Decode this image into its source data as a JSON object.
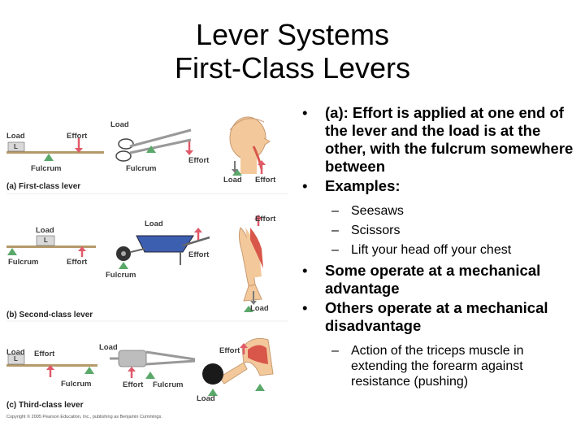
{
  "slide": {
    "title_line1": "Lever Systems",
    "title_line2": "First-Class Levers"
  },
  "bullets": {
    "b1": "(a): Effort is applied at one end of the lever and the load is at the other, with the fulcrum somewhere between",
    "b2": "Examples:",
    "sub1": "Seesaws",
    "sub2": "Scissors",
    "sub3": "Lift your head off your chest",
    "b3": "Some operate at a mechanical advantage",
    "b4": "Others operate at a mechanical disadvantage",
    "sub4": "Action of the triceps muscle in extending the forearm against resistance (pushing)"
  },
  "figure": {
    "a_load": "Load",
    "a_effort": "Effort",
    "a_L": "L",
    "a_fulcrum": "Fulcrum",
    "a_scissor_load": "Load",
    "a_scissor_fulcrum": "Fulcrum",
    "a_scissor_effort": "Effort",
    "a_head_load": "Load",
    "a_head_effort": "Effort",
    "a_caption": "(a) First-class lever",
    "b_load": "Load",
    "b_L": "L",
    "b_fulcrum": "Fulcrum",
    "b_effort": "Effort",
    "b_wb_load": "Load",
    "b_wb_effort": "Effort",
    "b_wb_fulcrum": "Fulcrum",
    "b_leg_effort": "Effort",
    "b_leg_load": "Load",
    "b_caption": "(b) Second-class lever",
    "c_load": "Load",
    "c_effort": "Effort",
    "c_L": "L",
    "c_fulcrum": "Fulcrum",
    "c_tw_load": "Load",
    "c_tw_effort": "Effort",
    "c_tw_fulcrum": "Fulcrum",
    "c_arm_effort": "Effort",
    "c_arm_load": "Load",
    "c_caption": "(c) Third-class lever",
    "copyright": "Copyright © 2005 Pearson Education, Inc., publishing as Benjamin Cummings."
  },
  "colors": {
    "effort_arrow": "#e05a6a",
    "load_arrow": "#7a7a7a",
    "fulcrum": "#5aa86a",
    "skin": "#f3c99c",
    "muscle": "#d8574a",
    "wheelbarrow": "#3d5fb0"
  }
}
